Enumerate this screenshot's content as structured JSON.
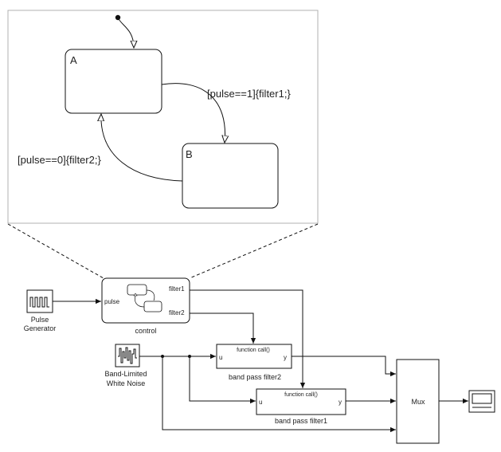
{
  "stateflow": {
    "state_a": "A",
    "state_b": "B",
    "transition_ab": "[pulse==1]{filter1;}",
    "transition_ba": "[pulse==0]{filter2;}"
  },
  "blocks": {
    "pulse_generator": {
      "line1": "Pulse",
      "line2": "Generator"
    },
    "noise": {
      "line1": "Band-Limited",
      "line2": "White Noise"
    },
    "control": {
      "label": "control",
      "in_pulse": "pulse",
      "out_filter1": "filter1",
      "out_filter2": "filter2"
    },
    "filter2": {
      "header": "function call()",
      "port_u": "u",
      "port_y": "y",
      "label": "band pass filter2"
    },
    "filter1": {
      "header": "function call()",
      "port_u": "u",
      "port_y": "y",
      "label": "band pass filter1"
    },
    "mux": {
      "label": "Mux"
    },
    "scope": {
      "icon": "scope-icon"
    }
  },
  "icons": [
    "pulse-wave-icon",
    "noise-wave-icon",
    "scope-icon",
    "mini-chart-icon"
  ]
}
